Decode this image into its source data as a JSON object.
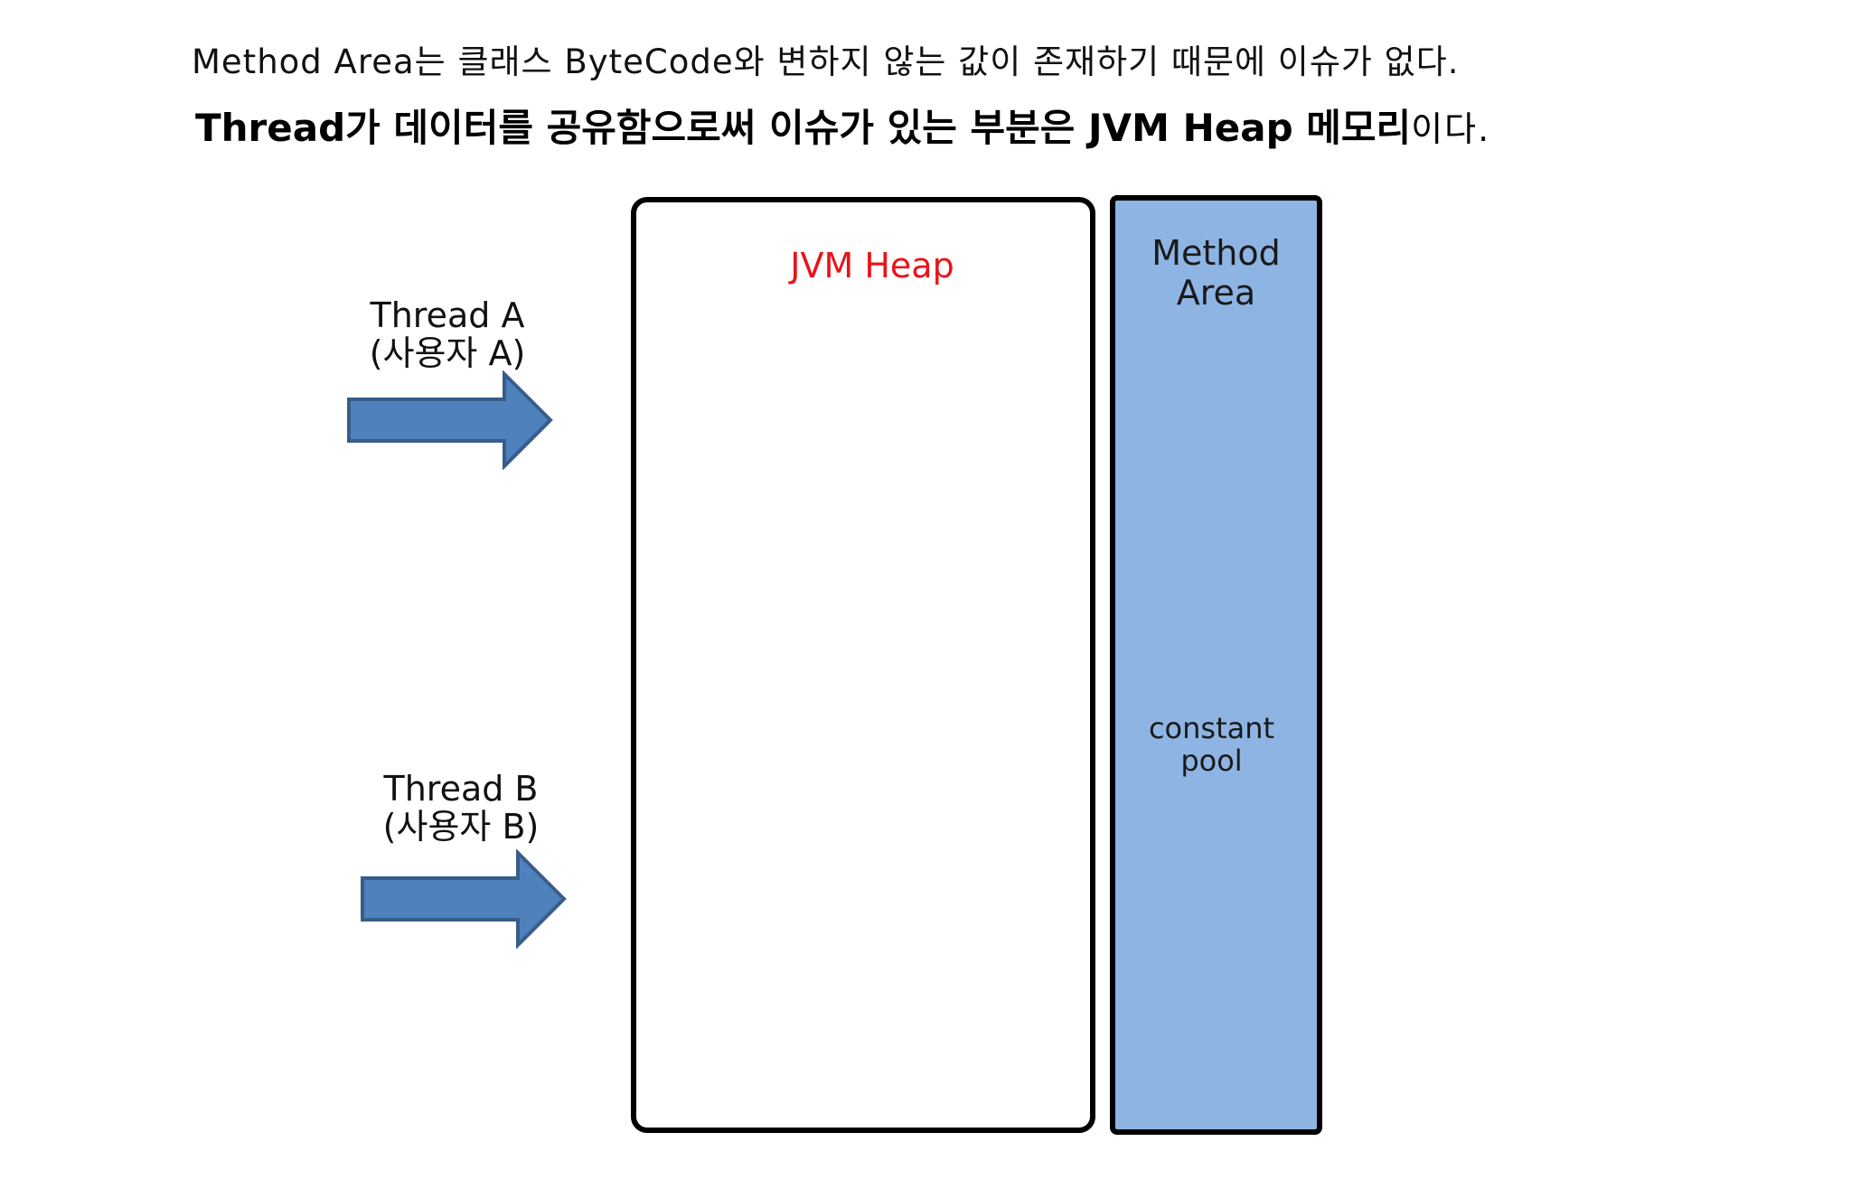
{
  "header": {
    "line1": "Method Area는 클래스 ByteCode와 변하지 않는 값이 존재하기 때문에 이슈가 없다.",
    "line2_bold": "Thread가 데이터를 공유함으로써 이슈가 있는 부분은 JVM Heap 메모리",
    "line2_plain": "이다."
  },
  "diagram": {
    "heap_label": "JVM Heap",
    "method_area_label_1": "Method",
    "method_area_label_2": "Area",
    "constant_pool_label_1": "constant",
    "constant_pool_label_2": "pool",
    "thread_a_line1": "Thread A",
    "thread_a_line2": "(사용자 A)",
    "thread_b_line1": "Thread B",
    "thread_b_line2": "(사용자 B)"
  },
  "colors": {
    "heap_label": "#e8141b",
    "method_area_fill": "#8eb4e3",
    "arrow_fill": "#4f81bd",
    "arrow_stroke": "#385d8a"
  },
  "icons": {
    "thread_arrow": "right-arrow-icon"
  }
}
